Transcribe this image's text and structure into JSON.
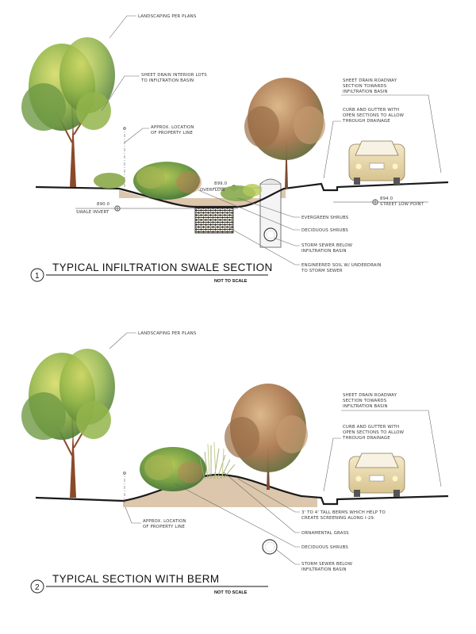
{
  "sections": [
    {
      "number": "1",
      "title": "TYPICAL INFILTRATION SWALE SECTION",
      "scale_note": "NOT TO SCALE",
      "labels": {
        "landscaping": "LANDSCAPING PER PLANS",
        "sheet_drain_lots_1": "SHEET DRAIN INTERIOR LOTS",
        "sheet_drain_lots_2": "TO INFILTRATION BASIN",
        "property_line_1": "APPROX. LOCATION",
        "property_line_2": "OF PROPERTY LINE",
        "roadway_1": "SHEET DRAIN ROADWAY",
        "roadway_2": "SECTION TOWARDS",
        "roadway_3": "INFILTRATION BASIN",
        "curb_1": "CURB AND GUTTER WITH",
        "curb_2": "OPEN SECTIONS TO ALLOW",
        "curb_3": "THROUGH DRAINAGE",
        "overflow_elev": "899.0",
        "overflow": "OVERFLOW",
        "swale_elev": "890.0",
        "swale_invert": "SWALE INVERT",
        "street_elev": "894.0",
        "street_low": "STREET LOW POINT",
        "evergreen": "EVERGREEN SHRUBS",
        "deciduous": "DECIDUOUS SHRUBS",
        "storm_1": "STORM SEWER BELOW",
        "storm_2": "INFILTRATION BASIN",
        "soil_1": "ENGINEERED SOIL W/ UNDERDRAIN",
        "soil_2": "TO STORM SEWER"
      }
    },
    {
      "number": "2",
      "title": "TYPICAL SECTION WITH BERM",
      "scale_note": "NOT TO SCALE",
      "labels": {
        "landscaping": "LANDSCAPING PER PLANS",
        "roadway_1": "SHEET DRAIN ROADWAY",
        "roadway_2": "SECTION TOWARDS",
        "roadway_3": "INFILTRATION BASIN",
        "curb_1": "CURB AND GUTTER WITH",
        "curb_2": "OPEN SECTIONS TO ALLOW",
        "curb_3": "THROUGH DRAINAGE",
        "property_line_1": "APPROX. LOCATION",
        "property_line_2": "OF PROPERTY LINE",
        "berm_1": "3' TO 4' TALL BERMS WHICH HELP TO",
        "berm_2": "CREATE SCREENING ALONG I-29.",
        "grass": "ORNAMENTAL GRASS",
        "deciduous": "DECIDUOUS SHRUBS",
        "storm_1": "STORM SEWER BELOW",
        "storm_2": "INFILTRATION BASIN"
      }
    }
  ],
  "colors": {
    "soil": "#dcc7ac",
    "foliage_green": "#7fa542",
    "foliage_yellow": "#c9cf55",
    "foliage_autumn": "#b07a52",
    "trunk": "#8a4a2a",
    "car": "#e8d7a8"
  }
}
